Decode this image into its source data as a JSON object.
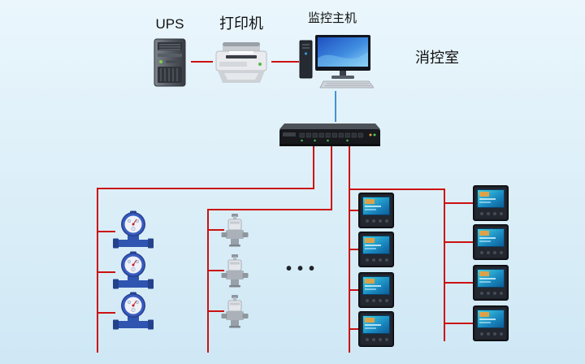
{
  "colors": {
    "background_top": "#eaf6fc",
    "background_bottom": "#cfe8f5",
    "line_red": "#cc1111",
    "line_blue": "#4293d6",
    "label_text": "#101010"
  },
  "labels": {
    "ups": "UPS",
    "printer": "打印机",
    "monitoring_host": "监控主机",
    "control_room": "消控室",
    "ellipsis": "•••"
  },
  "devices": {
    "ups": "ups-tower",
    "printer": "laser-printer",
    "monitoring_host": "desktop-computer",
    "switch": "data-collector-switch",
    "water_meter_count": 3,
    "valve_count": 3,
    "power_meter_left_count": 4,
    "power_meter_right_count": 4
  }
}
